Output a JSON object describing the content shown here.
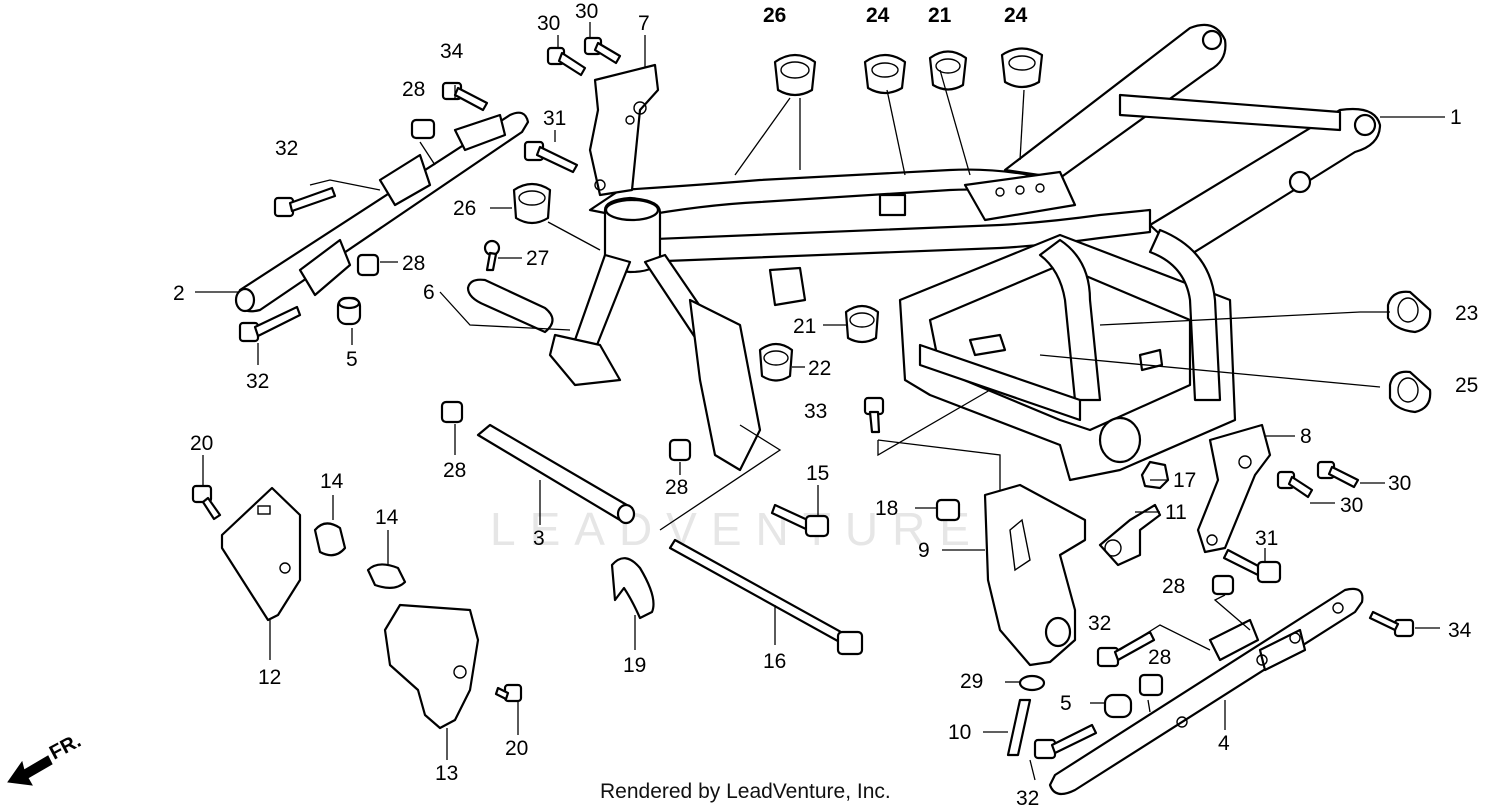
{
  "watermark": "LEADVENTURE",
  "credit": "Rendered by LeadVenture, Inc.",
  "direction_label": "FR.",
  "callouts": [
    {
      "id": "c1",
      "label": "1"
    },
    {
      "id": "c2",
      "label": "2"
    },
    {
      "id": "c3",
      "label": "3"
    },
    {
      "id": "c4",
      "label": "4"
    },
    {
      "id": "c5a",
      "label": "5"
    },
    {
      "id": "c5b",
      "label": "5"
    },
    {
      "id": "c6",
      "label": "6"
    },
    {
      "id": "c7",
      "label": "7"
    },
    {
      "id": "c8",
      "label": "8"
    },
    {
      "id": "c9",
      "label": "9"
    },
    {
      "id": "c10",
      "label": "10"
    },
    {
      "id": "c11",
      "label": "11"
    },
    {
      "id": "c12",
      "label": "12"
    },
    {
      "id": "c13",
      "label": "13"
    },
    {
      "id": "c14a",
      "label": "14"
    },
    {
      "id": "c14b",
      "label": "14"
    },
    {
      "id": "c15",
      "label": "15"
    },
    {
      "id": "c16",
      "label": "16"
    },
    {
      "id": "c17",
      "label": "17"
    },
    {
      "id": "c18",
      "label": "18"
    },
    {
      "id": "c19",
      "label": "19"
    },
    {
      "id": "c20a",
      "label": "20"
    },
    {
      "id": "c20b",
      "label": "20"
    },
    {
      "id": "c21a",
      "label": "21"
    },
    {
      "id": "c21b",
      "label": "21"
    },
    {
      "id": "c22",
      "label": "22"
    },
    {
      "id": "c23",
      "label": "23"
    },
    {
      "id": "c24a",
      "label": "24"
    },
    {
      "id": "c24b",
      "label": "24"
    },
    {
      "id": "c25",
      "label": "25"
    },
    {
      "id": "c26a",
      "label": "26"
    },
    {
      "id": "c26b",
      "label": "26"
    },
    {
      "id": "c27",
      "label": "27"
    },
    {
      "id": "c28a",
      "label": "28"
    },
    {
      "id": "c28b",
      "label": "28"
    },
    {
      "id": "c28c",
      "label": "28"
    },
    {
      "id": "c28d",
      "label": "28"
    },
    {
      "id": "c28e",
      "label": "28"
    },
    {
      "id": "c28f",
      "label": "28"
    },
    {
      "id": "c29",
      "label": "29"
    },
    {
      "id": "c30a",
      "label": "30"
    },
    {
      "id": "c30b",
      "label": "30"
    },
    {
      "id": "c30c",
      "label": "30"
    },
    {
      "id": "c30d",
      "label": "30"
    },
    {
      "id": "c31a",
      "label": "31"
    },
    {
      "id": "c31b",
      "label": "31"
    },
    {
      "id": "c32a",
      "label": "32"
    },
    {
      "id": "c32b",
      "label": "32"
    },
    {
      "id": "c32c",
      "label": "32"
    },
    {
      "id": "c32d",
      "label": "32"
    },
    {
      "id": "c33",
      "label": "33"
    },
    {
      "id": "c34a",
      "label": "34"
    },
    {
      "id": "c34b",
      "label": "34"
    }
  ]
}
